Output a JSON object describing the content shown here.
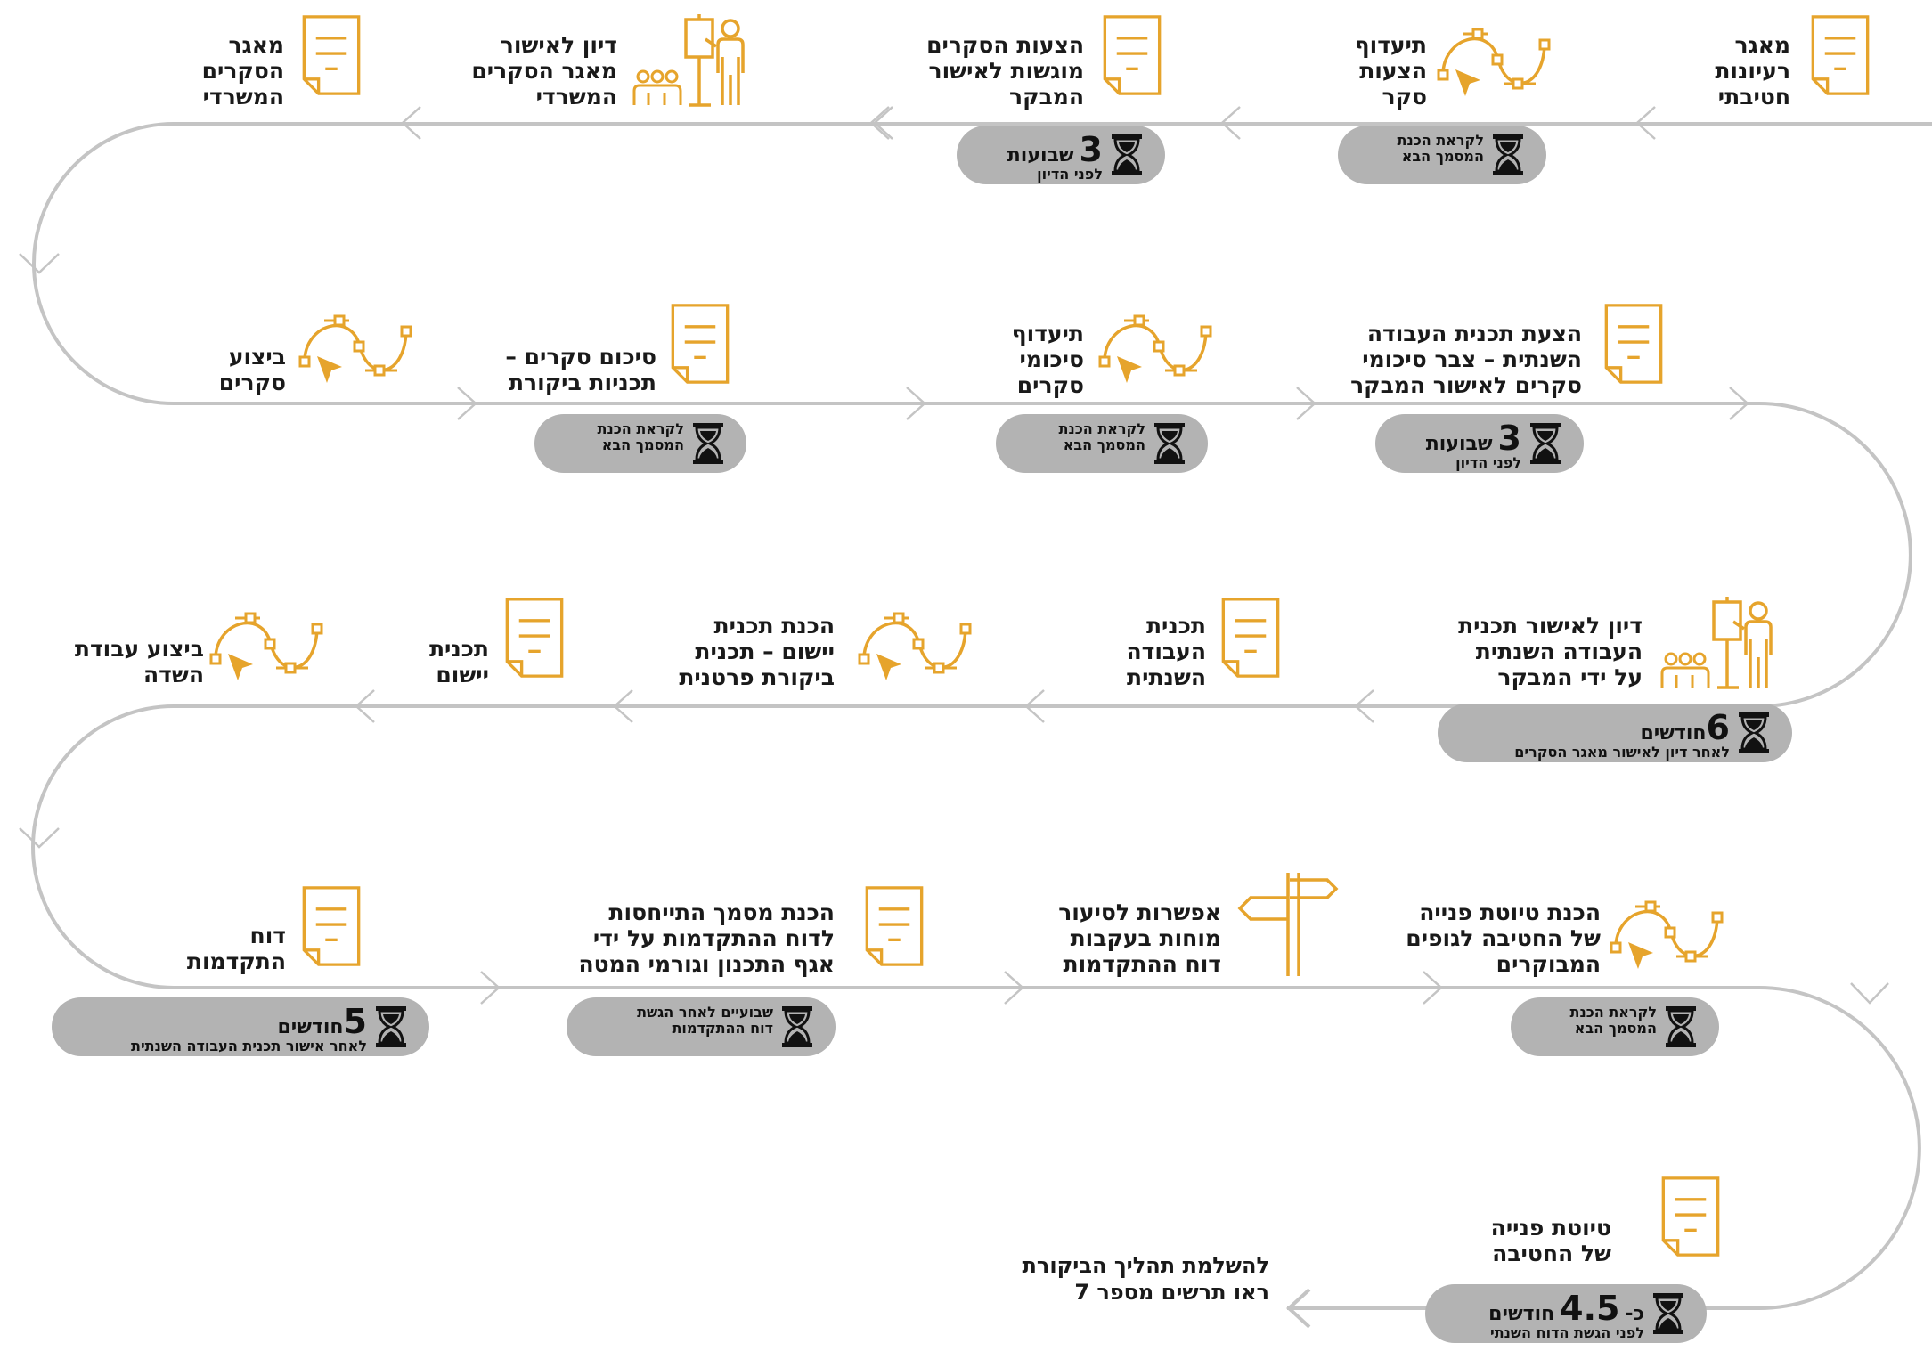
{
  "colors": {
    "path": "#c4c4c4",
    "icon": "#e6a42c",
    "pill": "#b3b3b3",
    "text": "#1a1a1a"
  },
  "steps": [
    {
      "lines": [
        "מאגר",
        "רעיונות",
        "חטיבתי"
      ],
      "icon": "document-icon"
    },
    {
      "lines": [
        "תיעדוף",
        "הצעות",
        "סקר"
      ],
      "icon": "bezier-path-icon"
    },
    {
      "lines": [
        "הצעות הסקרים",
        "מוגשות לאישור",
        "המבקר"
      ],
      "icon": "document-icon"
    },
    {
      "lines": [
        "דיון לאישור",
        "מאגר הסקרים",
        "המשרדי"
      ],
      "icon": "presentation-icon"
    },
    {
      "lines": [
        "מאגר",
        "הסקרים",
        "המשרדי"
      ],
      "icon": "document-icon"
    },
    {
      "lines": [
        "הצעת תכנית העבודה",
        "השנתית – צבר סיכומי",
        "סקרים לאישור המבקר"
      ],
      "icon": "document-icon"
    },
    {
      "lines": [
        "תיעדוף",
        "סיכומי",
        "סקרים"
      ],
      "icon": "bezier-path-icon"
    },
    {
      "lines": [
        "סיכום סקרים –",
        "תכניות ביקורת"
      ],
      "icon": "document-icon"
    },
    {
      "lines": [
        "ביצוע",
        "סקרים"
      ],
      "icon": "bezier-path-icon"
    },
    {
      "lines": [
        "דיון לאישור תכנית",
        "העבודה השנתית",
        "על ידי המבקר"
      ],
      "icon": "presentation-icon"
    },
    {
      "lines": [
        "תכנית",
        "העבודה",
        "השנתית"
      ],
      "icon": "document-icon"
    },
    {
      "lines": [
        "הכנת תכנית",
        "יישום – תכנית",
        "ביקורת פרטנית"
      ],
      "icon": "bezier-path-icon"
    },
    {
      "lines": [
        "תכנית",
        "יישום"
      ],
      "icon": "document-icon"
    },
    {
      "lines": [
        "ביצוע עבודת",
        "השדה"
      ],
      "icon": "bezier-path-icon"
    },
    {
      "lines": [
        "הכנת טיוטת פנייה",
        "של החטיבה לגופים",
        "המבוקרים"
      ],
      "icon": "bezier-path-icon"
    },
    {
      "lines": [
        "אפשרות לסיעור",
        "מוחות בעקבות",
        "דוח ההתקדמות"
      ],
      "icon": "signpost-icon"
    },
    {
      "lines": [
        "הכנת מסמך התייחסות",
        "לדוח ההתקדמות על ידי",
        "אגף התכנון וגורמי המטה"
      ],
      "icon": "document-icon"
    },
    {
      "lines": [
        "דוח",
        "התקדמות"
      ],
      "icon": "document-icon"
    },
    {
      "lines": [
        "טיוטת פנייה",
        "של החטיבה"
      ],
      "icon": "document-icon"
    }
  ],
  "pills": [
    {
      "type": "text",
      "line1": "לקראת הכנת",
      "line2": "המסמך הבא"
    },
    {
      "type": "num",
      "num": "3",
      "unit": "שבועות",
      "sub": "לפני הדיון"
    },
    {
      "type": "num",
      "num": "3",
      "unit": "שבועות",
      "sub": "לפני הדיון"
    },
    {
      "type": "text",
      "line1": "לקראת הכנת",
      "line2": "המסמך הבא"
    },
    {
      "type": "text",
      "line1": "לקראת הכנת",
      "line2": "המסמך הבא"
    },
    {
      "type": "num",
      "num": "6",
      "unit": "חודשים",
      "sub": "לאחר דיון לאישור מאגר הסקרים"
    },
    {
      "type": "text",
      "line1": "לקראת הכנת",
      "line2": "המסמך הבא"
    },
    {
      "type": "text",
      "line1": "שבועיים לאחר הגשת",
      "line2": "דוח ההתקדמות"
    },
    {
      "type": "num",
      "num": "5",
      "unit": "חודשים",
      "sub": "לאחר אישור תכנית העבודה השנתית"
    },
    {
      "type": "num",
      "prefix": "כ-",
      "num": "4.5",
      "unit": "חודשים",
      "sub": "לפני הגשת הדוח השנתי"
    }
  ],
  "final_note": {
    "line1": "להשלמת תהליך הביקורת",
    "line2": "ראו תרשים מספר 7"
  }
}
